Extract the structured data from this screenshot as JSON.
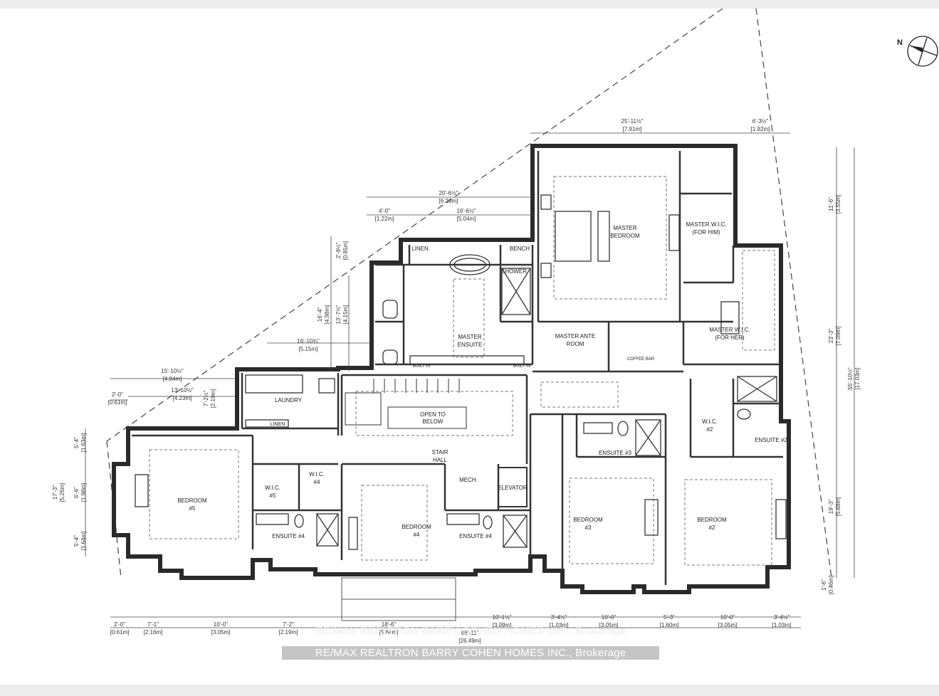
{
  "rooms": {
    "linen_top": "LINEN",
    "bench": "BENCH",
    "shower": "SHOWER",
    "master_bedroom": [
      "MASTER",
      "BEDROOM"
    ],
    "master_wic_him": [
      "MASTER W.I.C.",
      "(FOR HIM)"
    ],
    "master_wic_her": [
      "MASTER W.I.C.",
      "(FOR HER)"
    ],
    "master_ensuite": [
      "MASTER",
      "ENSUITE"
    ],
    "master_ante": [
      "MASTER ANTE",
      "ROOM"
    ],
    "coffee_bar": "COFFEE BAR",
    "built_in_1": "BUILT IN",
    "built_in_2": "BUILT IN",
    "laundry": "LAUNDRY",
    "linen_laundry": "LINEN",
    "open_to_below": [
      "OPEN TO",
      "BELOW"
    ],
    "stair_hall": [
      "STAIR",
      "HALL"
    ],
    "mech": "MECH.",
    "elevator": "ELEVATOR",
    "wic_2": [
      "W.I.C.",
      "#2"
    ],
    "ensuite_2": "ENSUITE #2",
    "ensuite_3": "ENSUITE #3",
    "bedroom_5": [
      "BEDROOM",
      "#5"
    ],
    "wic_5": [
      "W.I.C.",
      "#5"
    ],
    "wic_4": [
      "W.I.C.",
      "#4"
    ],
    "ensuite_4a": "ENSUITE #4",
    "bedroom_4": [
      "BEDROOM",
      "#4"
    ],
    "ensuite_4b": "ENSUITE #4",
    "bedroom_3": [
      "BEDROOM",
      "#3"
    ],
    "bedroom_2": [
      "BEDROOM",
      "#2"
    ]
  },
  "dimensions": {
    "top_25_11": [
      "25'-11½\"",
      "[7.91m]"
    ],
    "top_6_3": [
      "6'-3½\"",
      "[1.92m]"
    ],
    "d_20_6": [
      "20'-6½\"",
      "[6.26m]"
    ],
    "d_16_6": [
      "16'-6½\"",
      "[5.04m]"
    ],
    "d_4_0": [
      "4'-0\"",
      "[1.22m]"
    ],
    "d_2_9": [
      "2'-9½\"",
      "[0.85m]"
    ],
    "d_16_4": [
      "16'-4\"",
      "[4.98m]"
    ],
    "d_13_7": [
      "13'-7½\"",
      "[4.15m]"
    ],
    "d_16_10": [
      "16'-10¾\"",
      "[5.15m]"
    ],
    "d_15_10": [
      "15'-10½\"",
      "[4.84m]"
    ],
    "d_13_10": [
      "13'-10½\"",
      "[4.23m]"
    ],
    "d_7_2_v": [
      "7'-2½\"",
      "[2.19m]"
    ],
    "d_2_0_top": [
      "2'-0\"",
      "[0.61m]"
    ],
    "left_5_4_a": [
      "5'-4\"",
      "[1.63m]"
    ],
    "left_6_6": [
      "6'-6\"",
      "[1.98m]"
    ],
    "left_5_4_b": [
      "5'-4\"",
      "[1.64m]"
    ],
    "left_17_3": [
      "17'-3\"",
      "[5.26m]"
    ],
    "right_11_6": [
      "11'-6\"",
      "[3.55m]"
    ],
    "right_23_3": [
      "23'-3\"",
      "[7.09m]"
    ],
    "right_55_10": [
      "55'-10½\"",
      "[17.03m]"
    ],
    "right_19_3": [
      "19'-3\"",
      "[5.88m]"
    ],
    "right_1_6": [
      "1'-6\"",
      "[0.46m]"
    ],
    "bot_2_0": [
      "2'-0\"",
      "[0.61m]"
    ],
    "bot_7_1": [
      "7'-1\"",
      "[2.16m]"
    ],
    "bot_10_0_a": [
      "10'-0\"",
      "[3.05m]"
    ],
    "bot_7_2": [
      "7'-2\"",
      "[2.19m]"
    ],
    "bot_18_6": [
      "18'-6\"",
      "[5.64m]"
    ],
    "bot_10_1": [
      "10'-1½\"",
      "[3.09m]"
    ],
    "bot_3_4_a": [
      "3'-4½\"",
      "[1.03m]"
    ],
    "bot_10_0_b": [
      "10'-0\"",
      "[3.05m]"
    ],
    "bot_5_3": [
      "5'-3\"",
      "[1.60m]"
    ],
    "bot_10_0_c": [
      "10'-0\"",
      "[3.05m]"
    ],
    "bot_3_4_b": [
      "3'-4½\"",
      "[1.03m]"
    ],
    "bot_total": [
      "86'-11\"",
      "[26.49m]"
    ]
  },
  "compass": {
    "label": "N"
  },
  "watermark": {
    "line1": "RE/MAX REALTRON BARRY COHEN HOMES INC., Brokerage",
    "line2": "RE/MAX REALTRON BARRY COHEN HOMES INC., Brokerage"
  }
}
